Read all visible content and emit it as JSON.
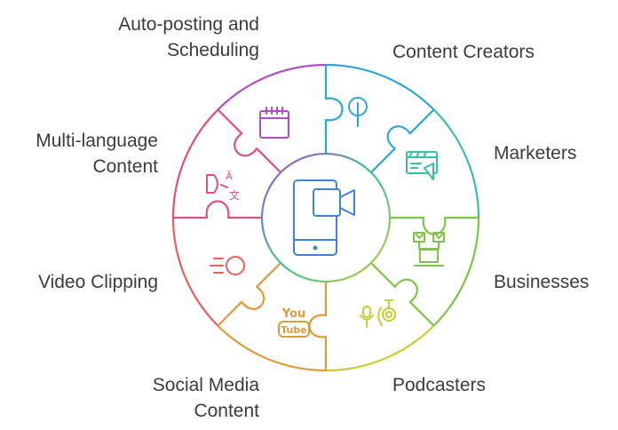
{
  "segments": [
    {
      "id": "content-creators",
      "lines": [
        "Content Creators"
      ],
      "icon": "location-pin-icon",
      "color": "#2aa8cf"
    },
    {
      "id": "marketers",
      "lines": [
        "Marketers"
      ],
      "icon": "video-player-icon",
      "color": "#3bbfa4"
    },
    {
      "id": "businesses",
      "lines": [
        "Businesses"
      ],
      "icon": "network-computer-icon",
      "color": "#7cc545"
    },
    {
      "id": "podcasters",
      "lines": [
        "Podcasters"
      ],
      "icon": "microphone-icon",
      "color": "#c9cc2e"
    },
    {
      "id": "social-media-content",
      "lines": [
        "Social Media",
        "Content"
      ],
      "icon": "youtube-logo-icon",
      "color": "#e09a3a"
    },
    {
      "id": "video-clipping",
      "lines": [
        "Video Clipping"
      ],
      "icon": "clip-lines-icon",
      "color": "#e3625b"
    },
    {
      "id": "multi-language-content",
      "lines": [
        "Multi-language",
        "Content"
      ],
      "icon": "translate-icon",
      "color": "#de4f86"
    },
    {
      "id": "auto-posting",
      "lines": [
        "Auto-posting and",
        "Scheduling"
      ],
      "icon": "calendar-icon",
      "color": "#b04ec9"
    }
  ],
  "youtube_text": {
    "top": "You",
    "bottom": "Tube"
  },
  "center": {
    "icon": "mobile-video-call-icon",
    "color": "#3d86d6"
  }
}
